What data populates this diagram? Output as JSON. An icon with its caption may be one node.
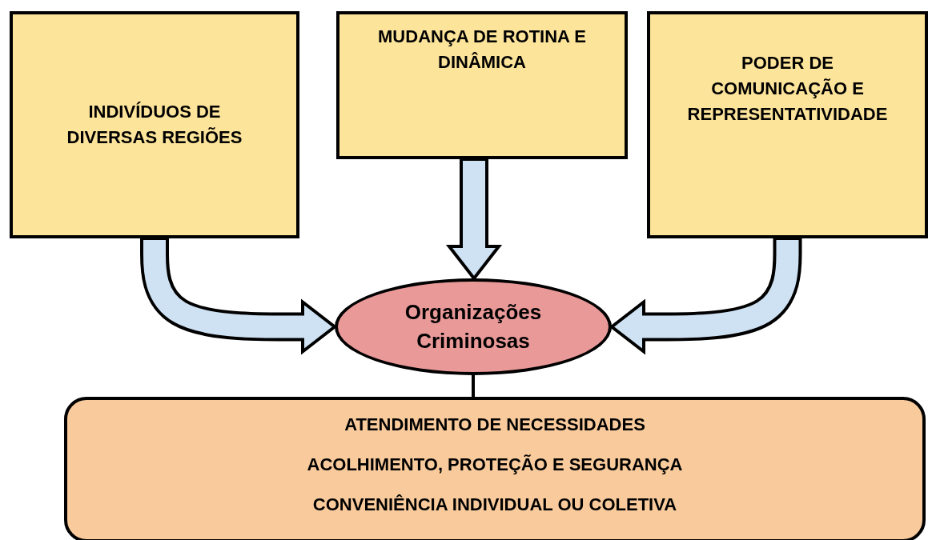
{
  "diagram": {
    "nodes": [
      {
        "text": [
          "INDIVÍDUOS DE DIVERSAS REGIÕES"
        ]
      },
      {
        "text": [
          "MUDANÇA DE ROTINA E DINÂMICA"
        ]
      },
      {
        "text": [
          "PODER DE COMUNICAÇÃO E REPRESENTATIVIDADE"
        ]
      },
      {
        "text": [
          "Organizações Criminosas"
        ]
      },
      {
        "text": [
          "ATENDIMENTO DE NECESSIDADES",
          "ACOLHIMENTO, PROTEÇÃO E SEGURANÇA",
          "CONVENIÊNCIA INDIVIDUAL OU COLETIVA"
        ]
      }
    ],
    "edges": [
      {
        "from": 0,
        "to": 3,
        "arrow": "to"
      },
      {
        "from": 1,
        "to": 3,
        "arrow": "to"
      },
      {
        "from": 2,
        "to": 3,
        "arrow": "to"
      },
      {
        "from": 3,
        "to": 4,
        "arrow": "none",
        "color": "#000000"
      }
    ]
  }
}
